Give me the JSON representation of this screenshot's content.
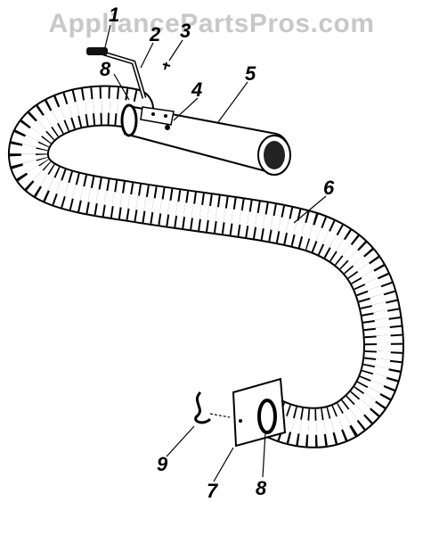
{
  "watermark": "AppliancePartsPros.com",
  "callouts": {
    "c1": "1",
    "c2": "2",
    "c3": "3",
    "c4": "4",
    "c5": "5",
    "c6": "6",
    "c7": "7",
    "c8a": "8",
    "c8b": "8",
    "c9": "9"
  },
  "colors": {
    "line": "#000000",
    "watermark": "#c8c8c8",
    "background": "#ffffff"
  }
}
